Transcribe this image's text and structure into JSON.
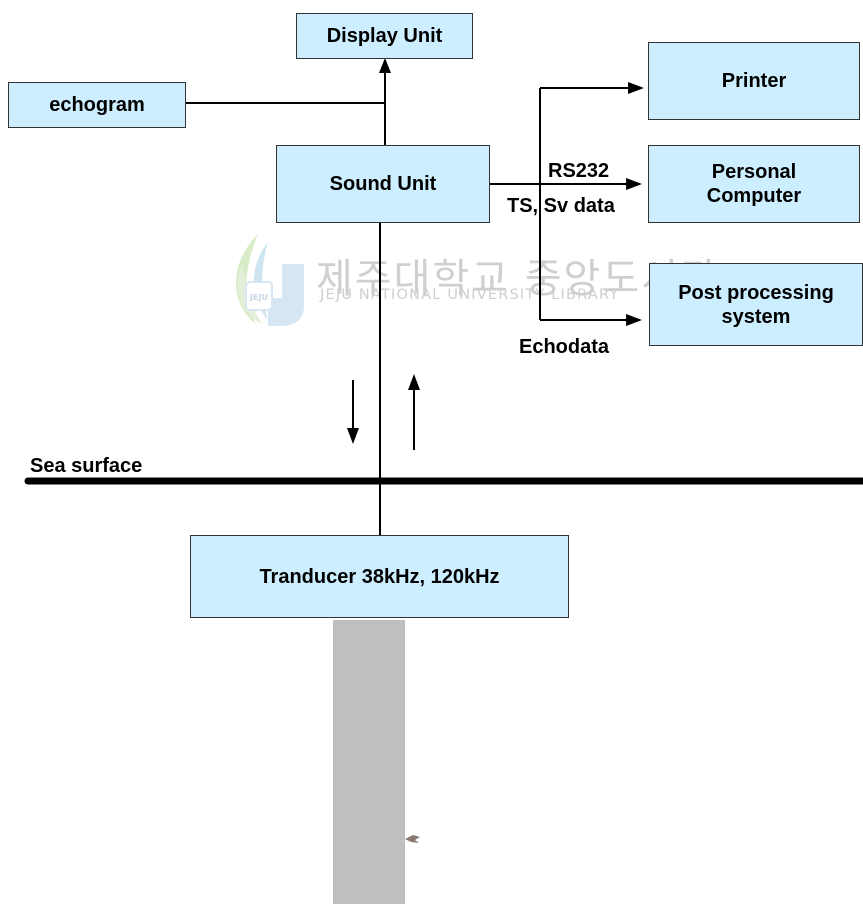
{
  "boxes": {
    "display_unit": "Display Unit",
    "echogram": "echogram",
    "sound_unit": "Sound Unit",
    "printer": "Printer",
    "personal_computer_line1": "Personal",
    "personal_computer_line2": "Computer",
    "post_processing_line1": "Post processing",
    "post_processing_line2": "system",
    "transducer": "Tranducer 38kHz, 120kHz"
  },
  "labels": {
    "rs232": "RS232",
    "ts_sv": "TS, Sv data",
    "echodata": "Echodata",
    "sea_surface": "Sea surface"
  },
  "watermark": {
    "korean": "제주대학교 중앙도서관",
    "english": "JEJU NATIONAL UNIVERSITY LIBRARY",
    "logo_text": "JEJU"
  },
  "colors": {
    "box_fill": "#cceeff",
    "line": "#000000",
    "pole": "#bfbfbf",
    "watermark": "#cfcfcf"
  }
}
